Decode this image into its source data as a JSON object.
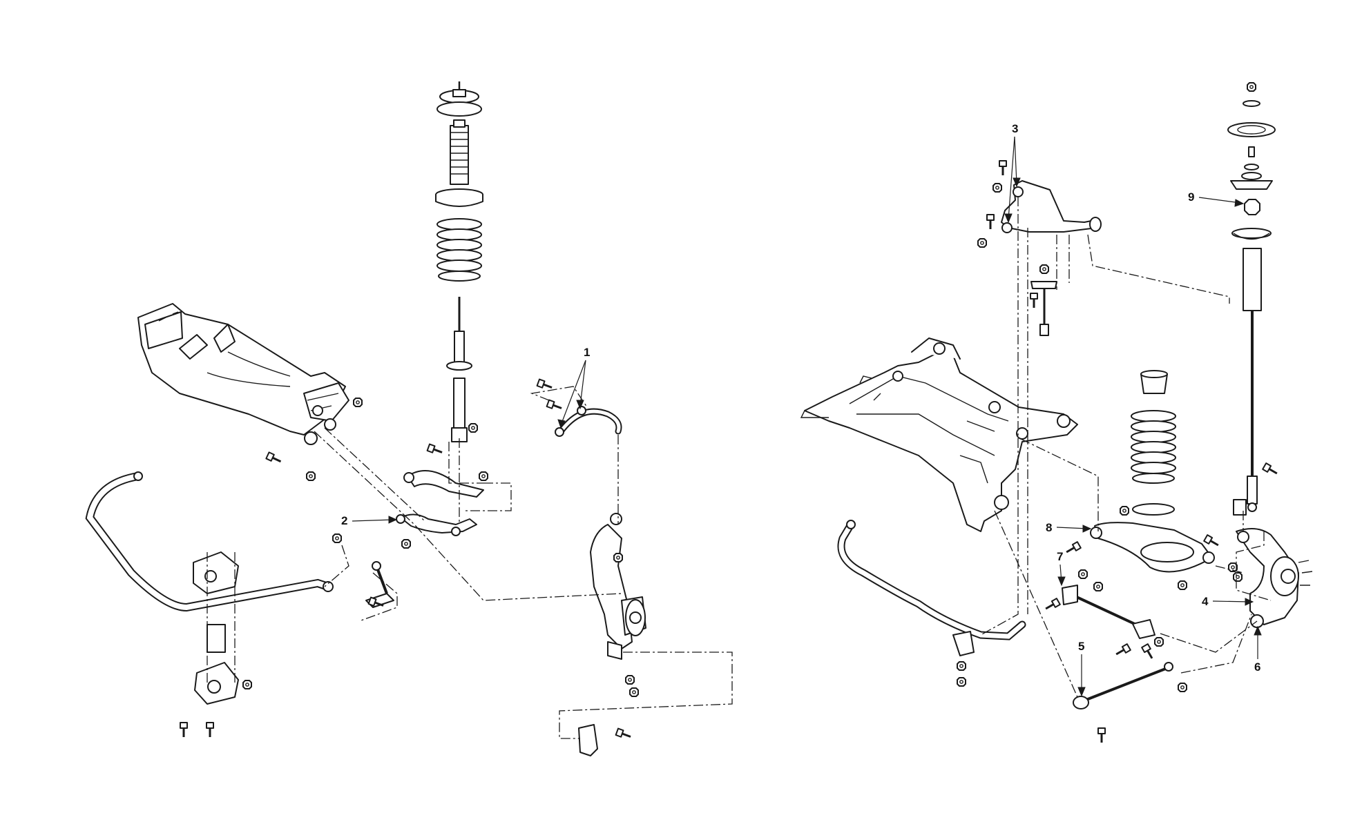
{
  "diagram": {
    "callouts": [
      {
        "id": "1",
        "label": "1"
      },
      {
        "id": "2",
        "label": "2"
      },
      {
        "id": "3",
        "label": "3"
      },
      {
        "id": "4",
        "label": "4"
      },
      {
        "id": "5",
        "label": "5"
      },
      {
        "id": "6",
        "label": "6"
      },
      {
        "id": "7",
        "label": "7"
      },
      {
        "id": "8",
        "label": "8"
      },
      {
        "id": "9",
        "label": "9"
      }
    ],
    "colors": {
      "line": "#1a1a1a",
      "background": "#ffffff"
    },
    "icons": [
      "bolt-icon",
      "nut-icon",
      "coil-spring-icon",
      "shock-absorber-icon"
    ]
  }
}
